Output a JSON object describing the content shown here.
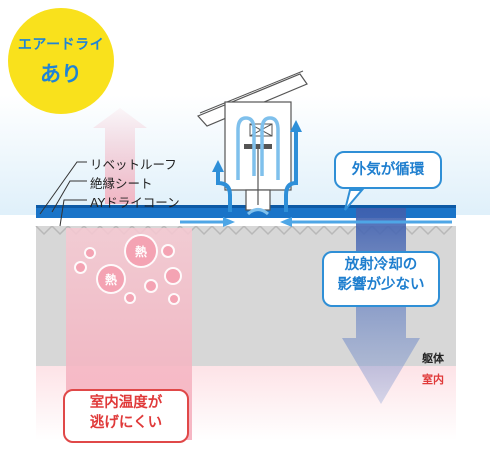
{
  "badge": {
    "line1": "エアードライ",
    "line2": "あり"
  },
  "layers": [
    {
      "label": "リベットルーフ"
    },
    {
      "label": "絶縁シート"
    },
    {
      "label": "AYドライコーン"
    }
  ],
  "callouts": {
    "air": "外気が循環",
    "radiation_line1": "放射冷却の",
    "radiation_line2": "影響が少ない",
    "temp_line1": "室内温度が",
    "temp_line2": "逃げにくい"
  },
  "heat_label": "熱",
  "labels": {
    "structure": "躯体",
    "indoor": "室内"
  },
  "colors": {
    "badge": "#f9e11c",
    "accent_blue": "#2f8fd6",
    "accent_red": "#e04848"
  }
}
